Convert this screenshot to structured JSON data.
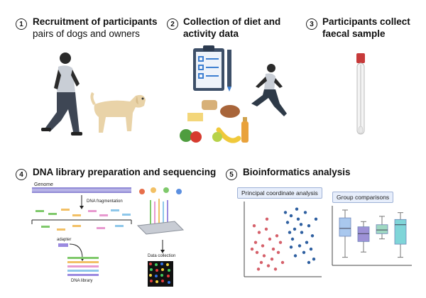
{
  "steps": [
    {
      "number": "1",
      "title": "Recruitment of participants",
      "subtitle": "pairs of dogs and owners"
    },
    {
      "number": "2",
      "title_line1": "Collection of diet and",
      "title_line2": "activity data"
    },
    {
      "number": "3",
      "title_line1": "Participants collect",
      "title_line2": "faecal sample"
    },
    {
      "number": "4",
      "title": "DNA library preparation and sequencing"
    },
    {
      "number": "5",
      "title": "Bioinformatics analysis"
    }
  ],
  "dna": {
    "genome_label": "Genome",
    "fragmentation_label": "DNA fragmentation",
    "adapter_label": "adapter",
    "library_label": "DNA library",
    "collection_label": "Data collection"
  },
  "analysis": {
    "pcoa_label": "Principal coordinate analysis",
    "group_label": "Group comparisons"
  },
  "chart_data": [
    {
      "type": "scatter",
      "title": "Principal coordinate analysis",
      "series": [
        {
          "color": "#d5606a",
          "points": [
            [
              0.1,
              0.55
            ],
            [
              0.15,
              0.4
            ],
            [
              0.2,
              0.6
            ],
            [
              0.12,
              0.7
            ],
            [
              0.25,
              0.35
            ],
            [
              0.3,
              0.5
            ],
            [
              0.22,
              0.75
            ],
            [
              0.35,
              0.65
            ],
            [
              0.18,
              0.85
            ],
            [
              0.28,
              0.9
            ],
            [
              0.4,
              0.45
            ],
            [
              0.33,
              0.8
            ],
            [
              0.08,
              0.3
            ],
            [
              0.42,
              0.7
            ],
            [
              0.26,
              0.2
            ],
            [
              0.38,
              0.95
            ],
            [
              0.45,
              0.55
            ],
            [
              0.14,
              0.95
            ],
            [
              0.48,
              0.85
            ],
            [
              0.05,
              0.65
            ]
          ]
        },
        {
          "color": "#2e5fa0",
          "points": [
            [
              0.55,
              0.25
            ],
            [
              0.6,
              0.15
            ],
            [
              0.65,
              0.35
            ],
            [
              0.7,
              0.2
            ],
            [
              0.75,
              0.4
            ],
            [
              0.8,
              0.1
            ],
            [
              0.85,
              0.3
            ],
            [
              0.62,
              0.5
            ],
            [
              0.9,
              0.45
            ],
            [
              0.72,
              0.6
            ],
            [
              0.58,
              0.4
            ],
            [
              0.82,
              0.55
            ],
            [
              0.68,
              0.05
            ],
            [
              0.95,
              0.2
            ],
            [
              0.78,
              0.7
            ],
            [
              0.88,
              0.65
            ],
            [
              0.52,
              0.1
            ],
            [
              0.92,
              0.8
            ],
            [
              0.66,
              0.75
            ],
            [
              0.85,
              0.85
            ],
            [
              0.74,
              0.28
            ],
            [
              0.6,
              0.62
            ]
          ]
        }
      ]
    },
    {
      "type": "box",
      "title": "Group comparisons",
      "series": [
        {
          "color": "#a9c8ee",
          "min": 0.1,
          "q1": 0.5,
          "median": 0.65,
          "q3": 0.85,
          "max": 1.0
        },
        {
          "color": "#9d91d6",
          "min": 0.2,
          "q1": 0.4,
          "median": 0.55,
          "q3": 0.68,
          "max": 0.78
        },
        {
          "color": "#9fd8c2",
          "min": 0.45,
          "q1": 0.55,
          "median": 0.62,
          "q3": 0.72,
          "max": 0.88
        },
        {
          "color": "#7fd5d8",
          "min": 0.1,
          "q1": 0.35,
          "median": 0.72,
          "q3": 0.82,
          "max": 0.95
        }
      ]
    }
  ]
}
